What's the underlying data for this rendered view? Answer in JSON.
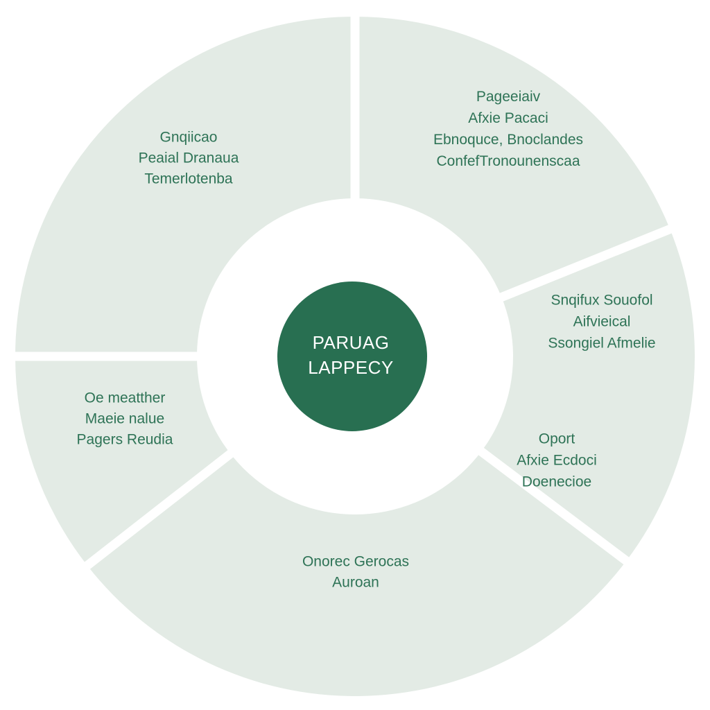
{
  "colors": {
    "background": "#ffffff",
    "segment_fill": "#e3ebe5",
    "gap": "#ffffff",
    "hub_fill": "#286f51",
    "segment_text": "#2e7356",
    "hub_text": "#ffffff"
  },
  "hub": {
    "lines": [
      "PARUAG",
      "LAPPECY"
    ]
  },
  "segments": [
    {
      "id": "top-left",
      "lines": [
        "Gnqiicao",
        "Peaial Dranaua",
        "Temerlotenba"
      ]
    },
    {
      "id": "top-right",
      "lines": [
        "Pageeiaiv",
        "Afxie Pacaci",
        "Ebnoquce, Bnoclandes",
        "ConfefTronounenscaa"
      ]
    },
    {
      "id": "right",
      "lines": [
        "Snqifux Souofol",
        "Aifvieical",
        "Ssongiel Afmelie"
      ]
    },
    {
      "id": "lower-right",
      "lines": [
        "Oport",
        "Afxie Ecdoci",
        "Doenecioe"
      ]
    },
    {
      "id": "bottom",
      "lines": [
        "Onorec Gerocas",
        "Auroan"
      ]
    },
    {
      "id": "left",
      "lines": [
        "Oe meatther",
        "Maeie nalue",
        "Pagers Reudia"
      ]
    }
  ]
}
